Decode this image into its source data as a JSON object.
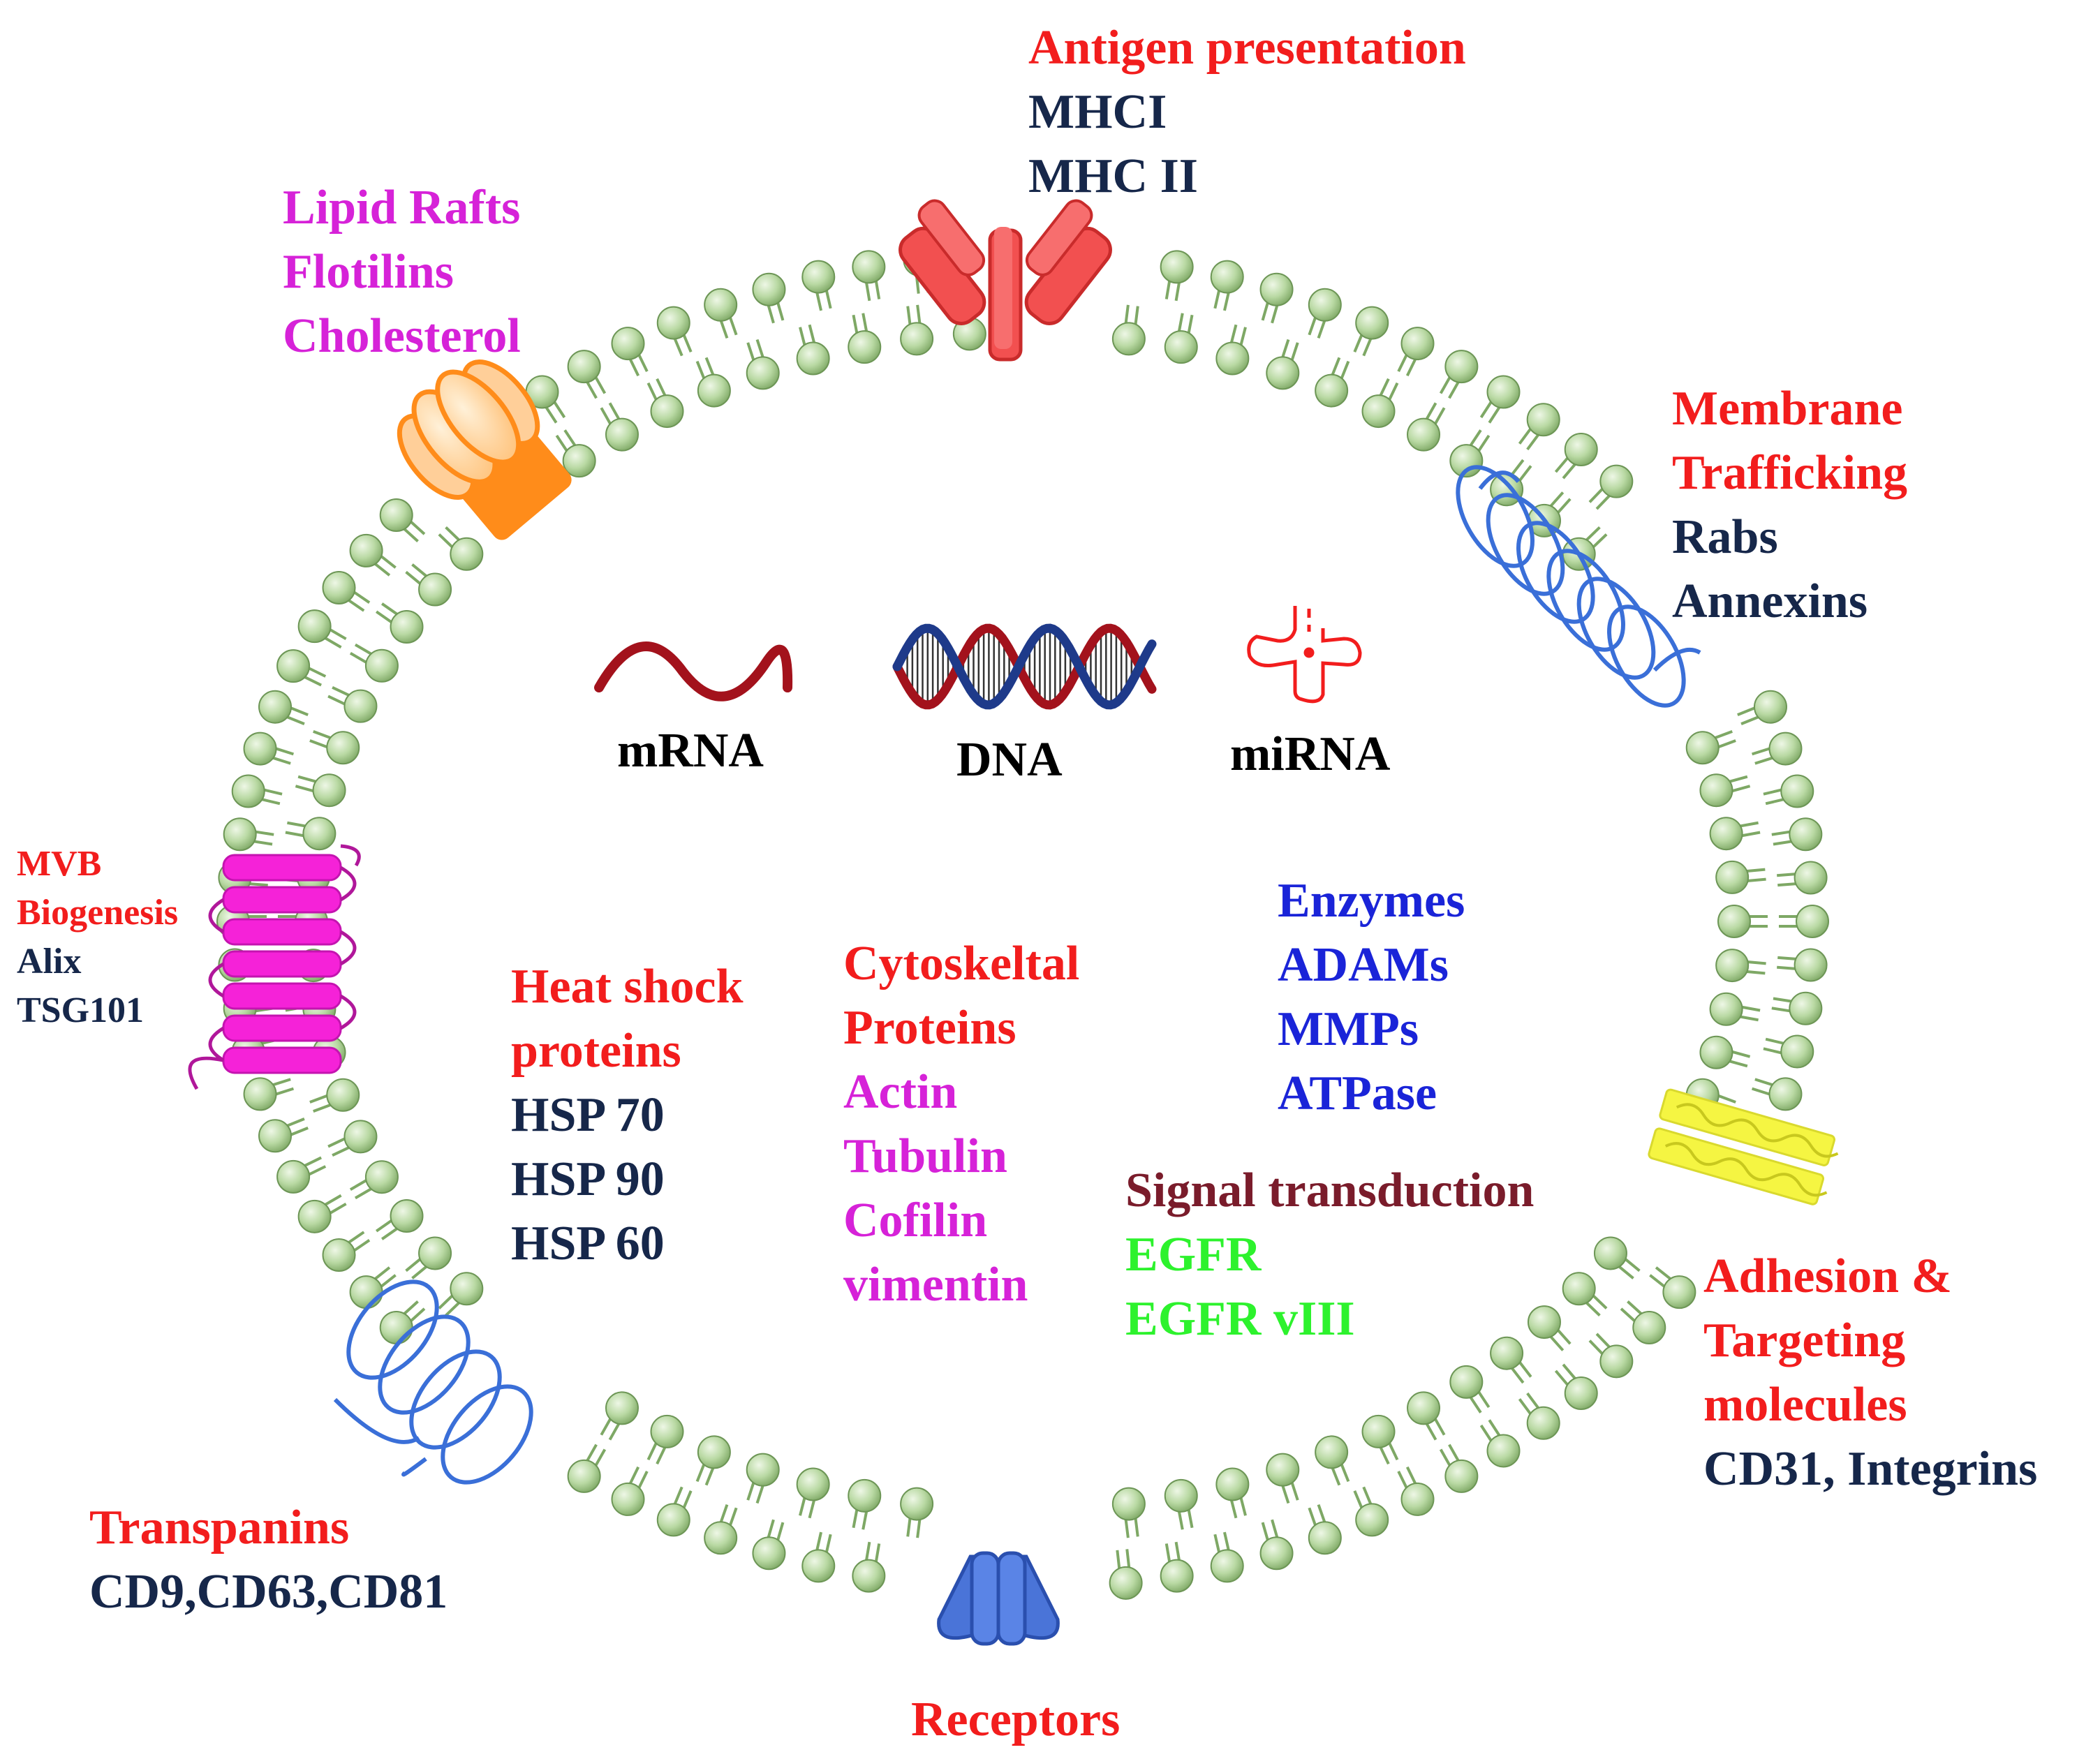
{
  "colors": {
    "membrane_head": "#a9cf8f",
    "membrane_tail": "#7ea865",
    "red_label": "#f21d1d",
    "navy_label": "#16274a",
    "magenta_label": "#d622d8",
    "blue_label": "#1a24d8",
    "maroon_label": "#7a1c2b",
    "green_label": "#2df22d",
    "mhc_protein": "#f25050",
    "lipid_raft": "#ff8c1a",
    "rab_helix": "#3a6fd8",
    "mvb_protein": "#f522d8",
    "adhesion_protein": "#f5f542",
    "receptor": "#4a74d8",
    "nucleic_red": "#a3121c",
    "nucleic_blue": "#1e3a8a"
  },
  "labels": {
    "antigen": {
      "title": "Antigen presentation",
      "items": [
        "MHCI",
        "MHC II"
      ]
    },
    "lipid_rafts": {
      "items": [
        "Lipid Rafts",
        "Flotilins",
        "Cholesterol"
      ]
    },
    "membrane_trafficking": {
      "title_lines": [
        "Membrane",
        "Trafficking"
      ],
      "items": [
        "Rabs",
        "Annexins"
      ]
    },
    "mvb": {
      "title_lines": [
        "MVB",
        "Biogenesis"
      ],
      "items": [
        "Alix",
        "TSG101"
      ]
    },
    "nucleic": {
      "mrna": "mRNA",
      "dna": "DNA",
      "mirna": "miRNA"
    },
    "heat_shock": {
      "title_lines": [
        "Heat shock",
        "proteins"
      ],
      "items": [
        "HSP 70",
        "HSP 90",
        "HSP 60"
      ]
    },
    "cytoskeletal": {
      "title_lines": [
        "Cytoskeltal",
        "Proteins"
      ],
      "items": [
        "Actin",
        "Tubulin",
        "Cofilin",
        "vimentin"
      ]
    },
    "enzymes": {
      "items": [
        "Enzymes",
        "ADAMs",
        "MMPs",
        "ATPase"
      ]
    },
    "signal": {
      "title": "Signal transduction",
      "items": [
        "EGFR",
        "EGFR vIII"
      ]
    },
    "adhesion": {
      "title_lines": [
        "Adhesion &",
        "Targeting",
        "molecules"
      ],
      "items": [
        "CD31, Integrins"
      ]
    },
    "transpanins": {
      "title": "Transpanins",
      "items": [
        "CD9,CD63,CD81"
      ]
    },
    "receptors": {
      "title": "Receptors"
    }
  }
}
